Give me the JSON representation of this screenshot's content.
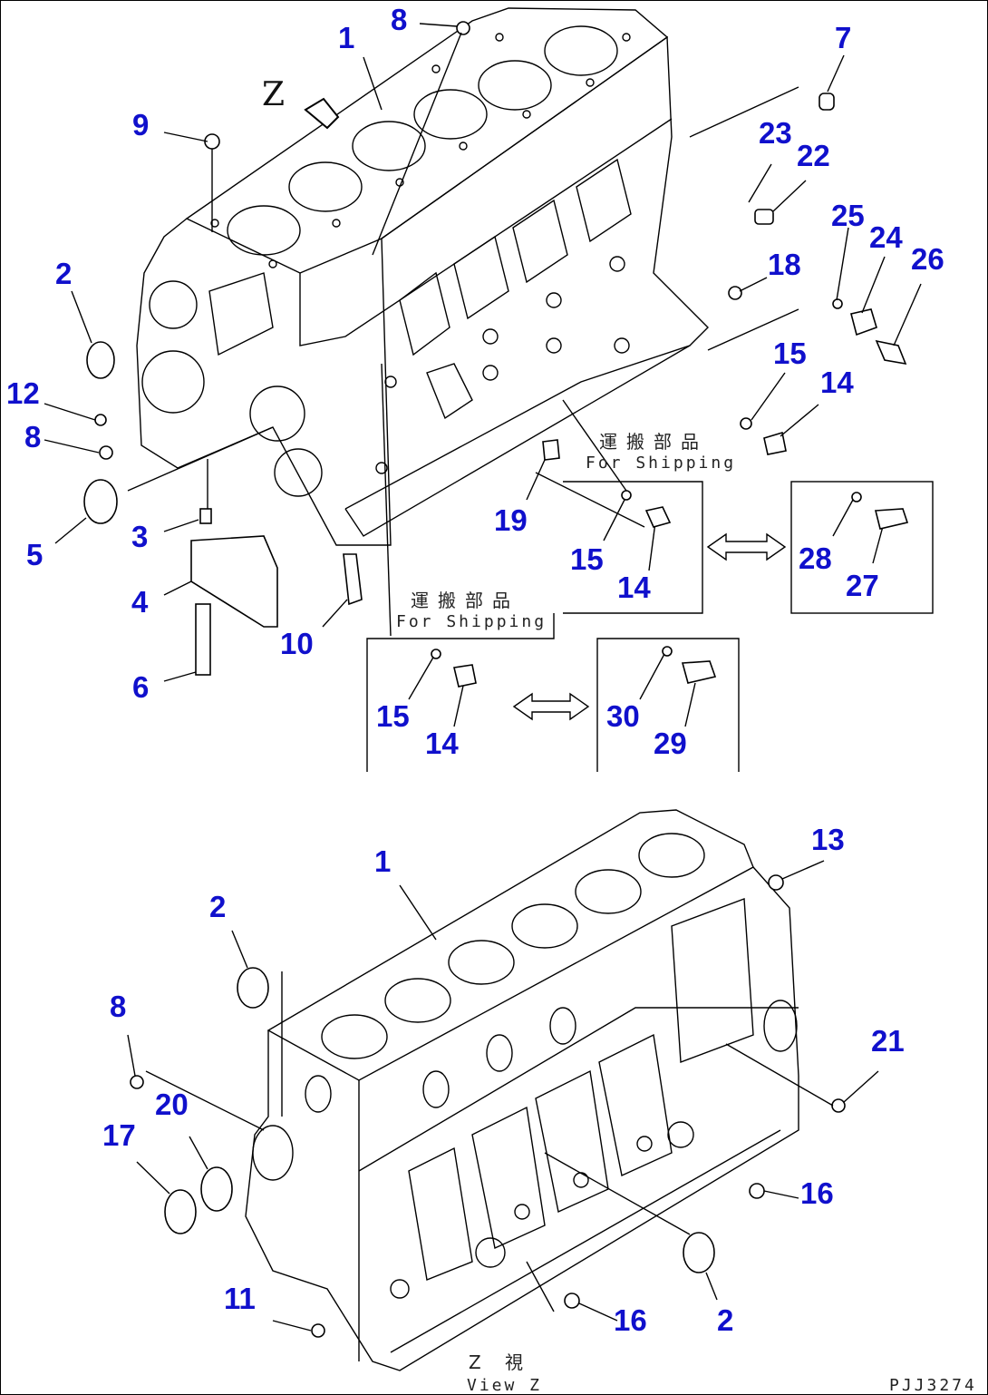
{
  "labels": {
    "view_letter": "Z",
    "for_shipping_jp": "運搬部品",
    "for_shipping_en": "For Shipping",
    "view_z_jp": "Z 視",
    "view_z_en": "View Z",
    "drawing_code": "PJJ3274"
  },
  "callouts": [
    {
      "id": "c1a",
      "text": "1"
    },
    {
      "id": "c8a",
      "text": "8"
    },
    {
      "id": "c7",
      "text": "7"
    },
    {
      "id": "c9",
      "text": "9"
    },
    {
      "id": "c23",
      "text": "23"
    },
    {
      "id": "c22",
      "text": "22"
    },
    {
      "id": "c25",
      "text": "25"
    },
    {
      "id": "c24",
      "text": "24"
    },
    {
      "id": "c26",
      "text": "26"
    },
    {
      "id": "c2a",
      "text": "2"
    },
    {
      "id": "c18",
      "text": "18"
    },
    {
      "id": "c15a",
      "text": "15"
    },
    {
      "id": "c14a",
      "text": "14"
    },
    {
      "id": "c12",
      "text": "12"
    },
    {
      "id": "c8b",
      "text": "8"
    },
    {
      "id": "c19",
      "text": "19"
    },
    {
      "id": "c5",
      "text": "5"
    },
    {
      "id": "c3",
      "text": "3"
    },
    {
      "id": "c15b",
      "text": "15"
    },
    {
      "id": "c14b",
      "text": "14"
    },
    {
      "id": "c28",
      "text": "28"
    },
    {
      "id": "c27",
      "text": "27"
    },
    {
      "id": "c4",
      "text": "4"
    },
    {
      "id": "c10",
      "text": "10"
    },
    {
      "id": "c6",
      "text": "6"
    },
    {
      "id": "c15c",
      "text": "15"
    },
    {
      "id": "c14c",
      "text": "14"
    },
    {
      "id": "c30",
      "text": "30"
    },
    {
      "id": "c29",
      "text": "29"
    },
    {
      "id": "c13",
      "text": "13"
    },
    {
      "id": "c1b",
      "text": "1"
    },
    {
      "id": "c2b",
      "text": "2"
    },
    {
      "id": "c8c",
      "text": "8"
    },
    {
      "id": "c20",
      "text": "20"
    },
    {
      "id": "c17",
      "text": "17"
    },
    {
      "id": "c21",
      "text": "21"
    },
    {
      "id": "c16a",
      "text": "16"
    },
    {
      "id": "c11",
      "text": "11"
    },
    {
      "id": "c16b",
      "text": "16"
    },
    {
      "id": "c2c",
      "text": "2"
    }
  ]
}
